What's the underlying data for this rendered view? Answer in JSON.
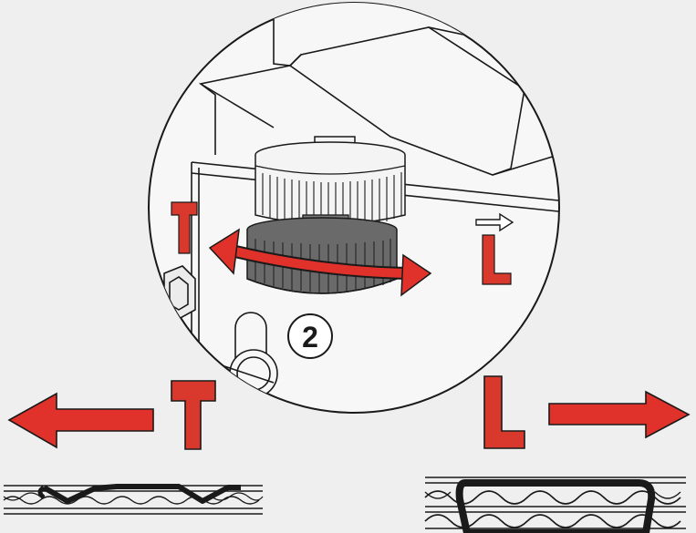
{
  "labels": {
    "tension_letter": "T",
    "loosen_letter": "L",
    "step_number": "2"
  },
  "colors": {
    "background": "#efefef",
    "accent_red": "#e0322a",
    "letter_red": "#d9382c",
    "line_dark": "#1a1a1a",
    "knob_dark": "#6a6a6a",
    "knob_light": "#f4f4f4"
  },
  "icons": {
    "left_arrow": "arrow-left-icon",
    "right_arrow": "arrow-right-icon",
    "rotation_arrow": "double-arrow-rotate-icon",
    "small_direction_arrow": "arrow-right-outline-icon"
  }
}
